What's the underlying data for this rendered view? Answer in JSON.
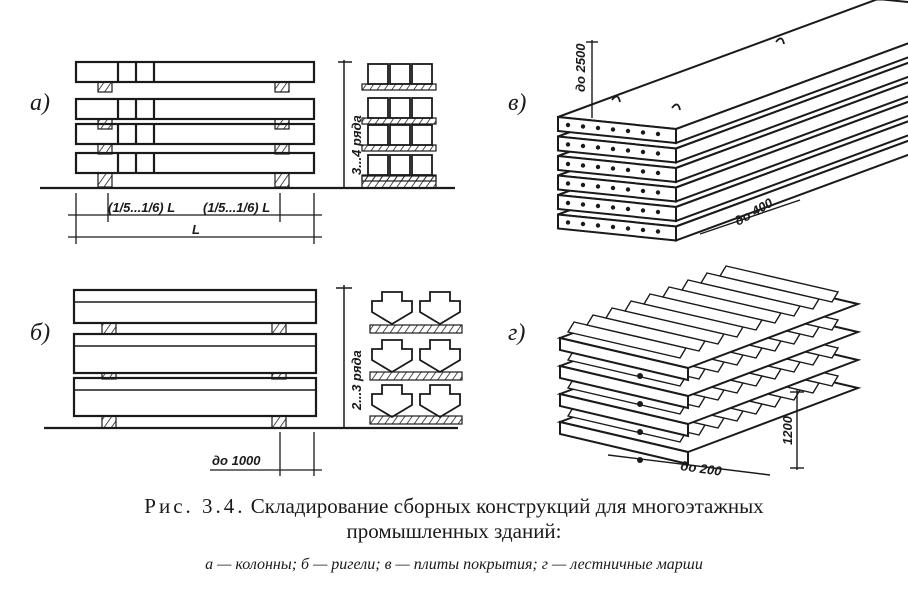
{
  "panels": {
    "a": {
      "label": "а)",
      "rows_label": "3...4 ряда",
      "dim_left": "(1/5...1/6) L",
      "dim_right": "(1/5...1/6) L",
      "dim_total": "L"
    },
    "b": {
      "label": "б)",
      "rows_label": "2...3 ряда",
      "dim_gap": "до 1000"
    },
    "v": {
      "label": "в)",
      "dim_height": "до 2500",
      "dim_gap": "до 400"
    },
    "g": {
      "label": "г)",
      "dim_height": "1200",
      "dim_gap": "до 200"
    }
  },
  "caption": {
    "prefix": "Рис. 3.4.",
    "title_line1": "Складирование сборных конструкций для многоэтажных",
    "title_line2": "промышленных зданий:",
    "legend": [
      {
        "letter": "а",
        "text": "— колонны;"
      },
      {
        "letter": "б",
        "text": "— ригели;"
      },
      {
        "letter": "в",
        "text": "— плиты покрытия;"
      },
      {
        "letter": "г",
        "text": "— лестничные марши"
      }
    ]
  }
}
